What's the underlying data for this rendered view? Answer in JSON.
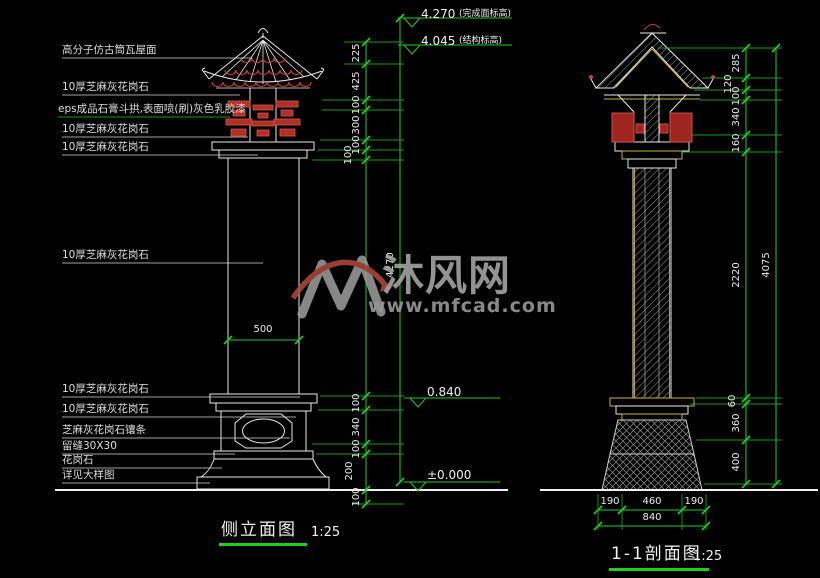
{
  "watermark": {
    "brand": "沐风网",
    "url": "www.mfcad.com"
  },
  "elevation_markers": {
    "finish_top": {
      "value": "4.270",
      "note": "(完成面标高)"
    },
    "struct_top": {
      "value": "4.045",
      "note": "(结构标高)"
    },
    "base_top": {
      "value": "0.840"
    },
    "ground": {
      "value": "±0.000"
    }
  },
  "left_view": {
    "title": "侧立面图",
    "scale": "1:25",
    "material_labels": [
      "高分子仿古筒瓦屋面",
      "10厚芝麻灰花岗石",
      "eps成品石膏斗拱,表面喷(刷)灰色乳胶漆",
      "10厚芝麻灰花岗石",
      "10厚芝麻灰花岗石",
      "10厚芝麻灰花岗石",
      "10厚芝麻灰花岗石",
      "10厚芝麻灰花岗石",
      "芝麻灰花岗石镶条",
      "留缝30X30",
      "花岗石",
      "详见大样图"
    ],
    "shaft_width": "500",
    "overall_height": "4270",
    "segments": [
      "225",
      "425",
      "100",
      "300",
      "100",
      "100",
      "100",
      "340",
      "100",
      "200",
      "100"
    ]
  },
  "right_view": {
    "title": "1-1剖面图",
    "scale": "1:25",
    "overall_height": "4075",
    "segments": [
      "285",
      "120",
      "100",
      "340",
      "160",
      "2220",
      "60",
      "360",
      "400"
    ],
    "width_segments": [
      "190",
      "460",
      "190"
    ],
    "overall_width": "840"
  },
  "colors": {
    "background": "#000000",
    "line": "#e8e8e8",
    "dimension_green": "#1ecf1e",
    "accent_red": "#cf3b30",
    "accent_yellow": "#c9b23b"
  }
}
